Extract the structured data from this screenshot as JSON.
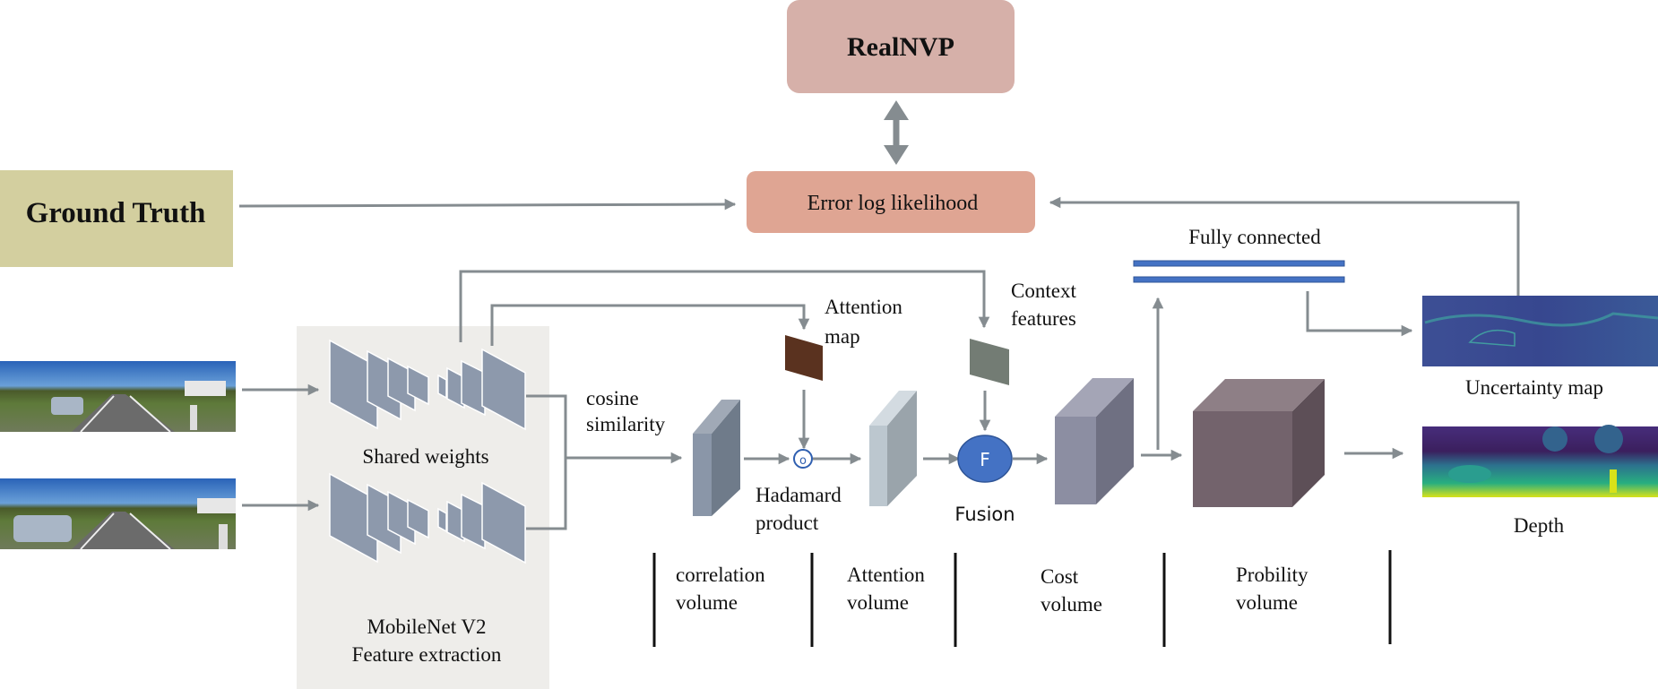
{
  "diagram": {
    "realnvp": {
      "label": "RealNVP",
      "color": "#d6b0a9"
    },
    "error_box": {
      "label": "Error log likelihood",
      "color": "#dfa593"
    },
    "ground_truth": {
      "label": "Ground Truth",
      "color": "#d3cf9f"
    },
    "feature_extractor": {
      "shared_label": "Shared weights",
      "title_line1": "MobileNet V2",
      "title_line2": "Feature extraction",
      "bg_color": "#eeedea",
      "layer_color": "#8d99ac"
    },
    "inputs": [
      {
        "name": "left-image",
        "description": "KITTI road scene (left view)"
      },
      {
        "name": "right-image",
        "description": "KITTI road scene (right view)"
      }
    ],
    "labels": {
      "cosine_line1": "cosine",
      "cosine_line2": "similarity",
      "attention_map_line1": "Attention",
      "attention_map_line2": "map",
      "hadamard_line1": "Hadamard",
      "hadamard_line2": "product",
      "hadamard_symbol": "o",
      "context_line1": "Context",
      "context_line2": "features",
      "fusion": "Fusion",
      "fusion_symbol": "F",
      "fully_connected": "Fully connected",
      "uncertainty_map": "Uncertainty map",
      "depth": "Depth"
    },
    "stages": [
      {
        "line1": "correlation",
        "line2": "volume"
      },
      {
        "line1": "Attention",
        "line2": "volume"
      },
      {
        "line1": "Cost",
        "line2": "volume"
      },
      {
        "line1": "Probility",
        "line2": "volume"
      }
    ],
    "colors": {
      "arrow": "#858c90",
      "attention_map": "#5a321f",
      "context_features": "#737c74",
      "fusion_circle": "#4472c4",
      "fully_connected": "#4472c4",
      "correlation_front": "#8a96a8",
      "correlation_side": "#6f7b8a",
      "attention_front": "#bcc7cf",
      "attention_side": "#9aa4ab",
      "cost_front": "#8c8ea2",
      "cost_side": "#6f7082",
      "cost_top": "#a4a5b6",
      "prob_front": "#73636c",
      "prob_side": "#5d4f57",
      "prob_top": "#8e7f86"
    }
  }
}
